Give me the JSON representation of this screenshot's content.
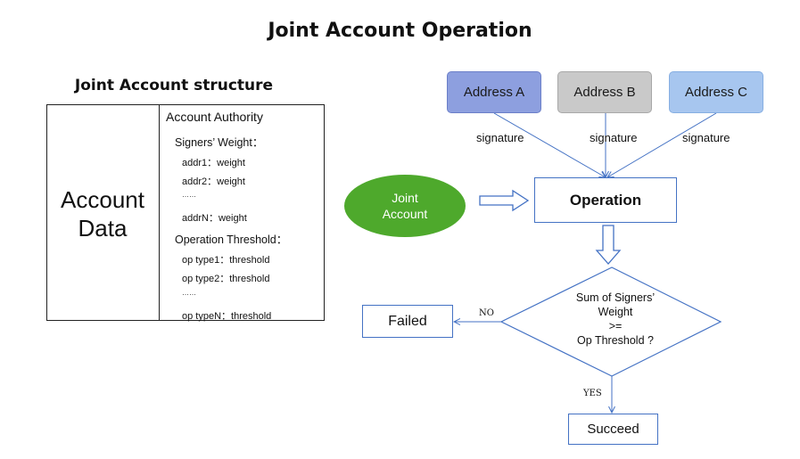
{
  "title": "Joint Account Operation",
  "structure": {
    "title": "Joint Account structure",
    "account_data_line1": "Account",
    "account_data_line2": "Data",
    "authority_heading": "Account Authority",
    "signers_heading": "Signers’ Weight：",
    "signers": [
      "addr1：weight",
      "addr2：weight",
      "……",
      "addrN：weight"
    ],
    "threshold_heading": "Operation Threshold：",
    "thresholds": [
      "op type1：threshold",
      "op type2：threshold",
      "……",
      "op typeN：threshold"
    ]
  },
  "flow": {
    "addresses": [
      "Address A",
      "Address B",
      "Address C"
    ],
    "signature_label": "signature",
    "joint_account_line1": "Joint",
    "joint_account_line2": "Account",
    "operation": "Operation",
    "decision_lines": [
      "Sum of Signers’",
      "Weight",
      ">=",
      "Op Threshold ?"
    ],
    "no_label": "NO",
    "yes_label": "YES",
    "failed": "Failed",
    "succeed": "Succeed"
  },
  "colors": {
    "line": "#4472c4",
    "address_a": "#8d9fdf",
    "address_b": "#c9c9c9",
    "address_c": "#a7c6ef",
    "joint_account": "#4ea92c"
  }
}
